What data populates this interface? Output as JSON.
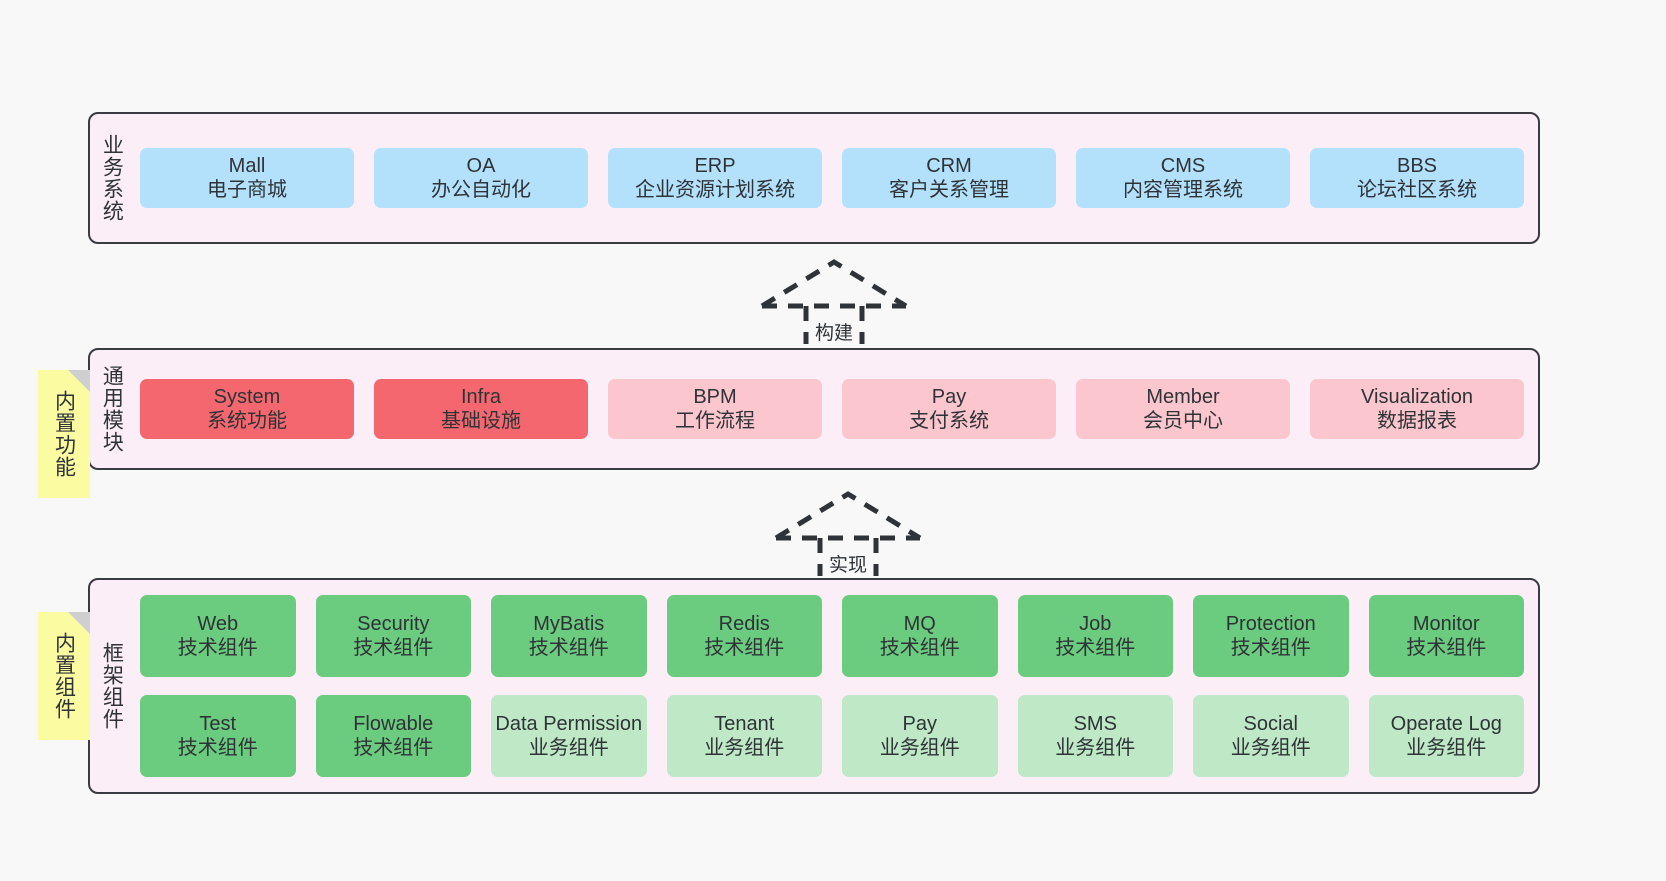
{
  "layers": [
    {
      "id": "business-systems",
      "title": "业务系统",
      "rows": [
        [
          {
            "name": "Mall",
            "sub": "电子商城",
            "color": "blue"
          },
          {
            "name": "OA",
            "sub": "办公自动化",
            "color": "blue"
          },
          {
            "name": "ERP",
            "sub": "企业资源计划系统",
            "color": "blue"
          },
          {
            "name": "CRM",
            "sub": "客户关系管理",
            "color": "blue"
          },
          {
            "name": "CMS",
            "sub": "内容管理系统",
            "color": "blue"
          },
          {
            "name": "BBS",
            "sub": "论坛社区系统",
            "color": "blue"
          }
        ]
      ]
    },
    {
      "id": "common-modules",
      "title": "通用模块",
      "note": "内置功能",
      "rows": [
        [
          {
            "name": "System",
            "sub": "系统功能",
            "color": "red"
          },
          {
            "name": "Infra",
            "sub": "基础设施",
            "color": "red"
          },
          {
            "name": "BPM",
            "sub": "工作流程",
            "color": "pink"
          },
          {
            "name": "Pay",
            "sub": "支付系统",
            "color": "pink"
          },
          {
            "name": "Member",
            "sub": "会员中心",
            "color": "pink"
          },
          {
            "name": "Visualization",
            "sub": "数据报表",
            "color": "pink"
          }
        ]
      ]
    },
    {
      "id": "framework-components",
      "title": "框架组件",
      "note": "内置组件",
      "rows": [
        [
          {
            "name": "Web",
            "sub": "技术组件",
            "color": "green"
          },
          {
            "name": "Security",
            "sub": "技术组件",
            "color": "green"
          },
          {
            "name": "MyBatis",
            "sub": "技术组件",
            "color": "green"
          },
          {
            "name": "Redis",
            "sub": "技术组件",
            "color": "green"
          },
          {
            "name": "MQ",
            "sub": "技术组件",
            "color": "green"
          },
          {
            "name": "Job",
            "sub": "技术组件",
            "color": "green"
          },
          {
            "name": "Protection",
            "sub": "技术组件",
            "color": "green"
          },
          {
            "name": "Monitor",
            "sub": "技术组件",
            "color": "green"
          }
        ],
        [
          {
            "name": "Test",
            "sub": "技术组件",
            "color": "green"
          },
          {
            "name": "Flowable",
            "sub": "技术组件",
            "color": "green"
          },
          {
            "name": "Data Permission",
            "sub": "业务组件",
            "color": "green-light"
          },
          {
            "name": "Tenant",
            "sub": "业务组件",
            "color": "green-light"
          },
          {
            "name": "Pay",
            "sub": "业务组件",
            "color": "green-light"
          },
          {
            "name": "SMS",
            "sub": "业务组件",
            "color": "green-light"
          },
          {
            "name": "Social",
            "sub": "业务组件",
            "color": "green-light"
          },
          {
            "name": "Operate Log",
            "sub": "业务组件",
            "color": "green-light"
          }
        ]
      ]
    }
  ],
  "arrows": [
    {
      "id": "build",
      "label": "构建"
    },
    {
      "id": "implement",
      "label": "实现"
    }
  ],
  "colors": {
    "background": "#f8f8f8",
    "layer_fill": "#fbeef7",
    "layer_border": "#3b3b42",
    "note_fill": "#fbfba2",
    "blue": "#b3e0fb",
    "red": "#f4676e",
    "pink": "#fbc6cd",
    "green": "#6bcb7f",
    "green_light": "#bee8c6",
    "text": "#2f3337"
  }
}
